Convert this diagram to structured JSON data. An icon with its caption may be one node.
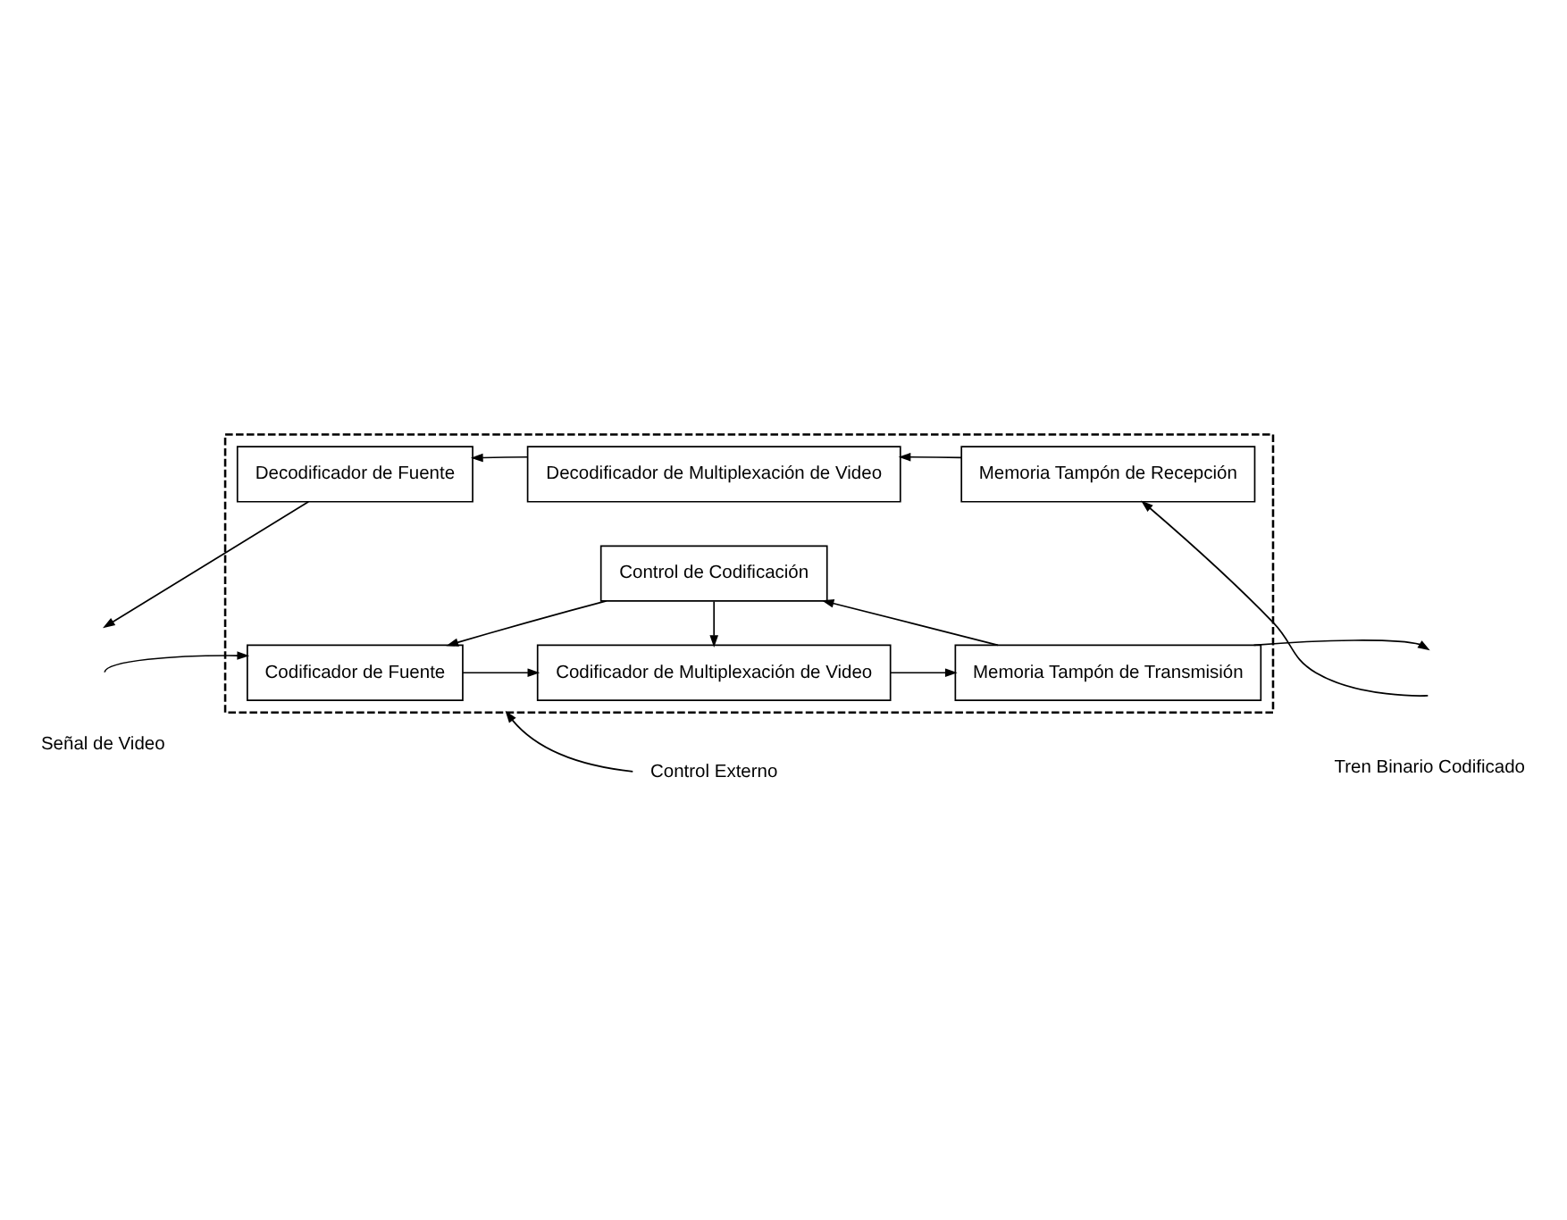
{
  "diagram": {
    "nodes": [
      {
        "text": [
          "Control Externo"
        ]
      },
      {
        "text": [],
        "shape": "box"
      },
      {
        "text": [
          "Control de Codificación"
        ],
        "in": 1
      },
      {
        "text": [
          "Codificador de Fuente"
        ],
        "in": 1
      },
      {
        "text": [
          "Codificador de Multiplexación de Video"
        ],
        "in": 1
      },
      {
        "text": [
          "Memoria Tampón de Transmisión"
        ],
        "in": 1
      },
      {
        "text": [
          "Decodificador de Fuente"
        ],
        "in": 1
      },
      {
        "text": [
          "Decodificador de Multiplexación de Video"
        ],
        "in": 1
      },
      {
        "text": [
          "Memoria Tampón de Recepción"
        ],
        "in": 1
      }
    ],
    "edges": [
      {
        "from": 0,
        "to": 1,
        "arrow": "to"
      },
      {
        "from": 2,
        "to": 3,
        "arrow": "to"
      },
      {
        "from": 2,
        "to": 4,
        "arrow": "to"
      },
      {
        "from": 5,
        "to": 2,
        "arrow": "to"
      },
      {
        "from": null,
        "to": 3,
        "arrow": "to"
      },
      {
        "from": 3,
        "to": 4,
        "arrow": "to"
      },
      {
        "from": 4,
        "to": 5,
        "arrow": "to"
      },
      {
        "from": 5,
        "to": null,
        "arrow": "to"
      },
      {
        "from": null,
        "to": 8,
        "arrow": "to"
      },
      {
        "from": 8,
        "to": 7,
        "arrow": "to"
      },
      {
        "from": 7,
        "to": 6,
        "arrow": "to"
      },
      {
        "from": 6,
        "to": null,
        "arrow": "to"
      }
    ],
    "labels": [
      "Señal de Video",
      "Tren Binario Codificado"
    ]
  }
}
